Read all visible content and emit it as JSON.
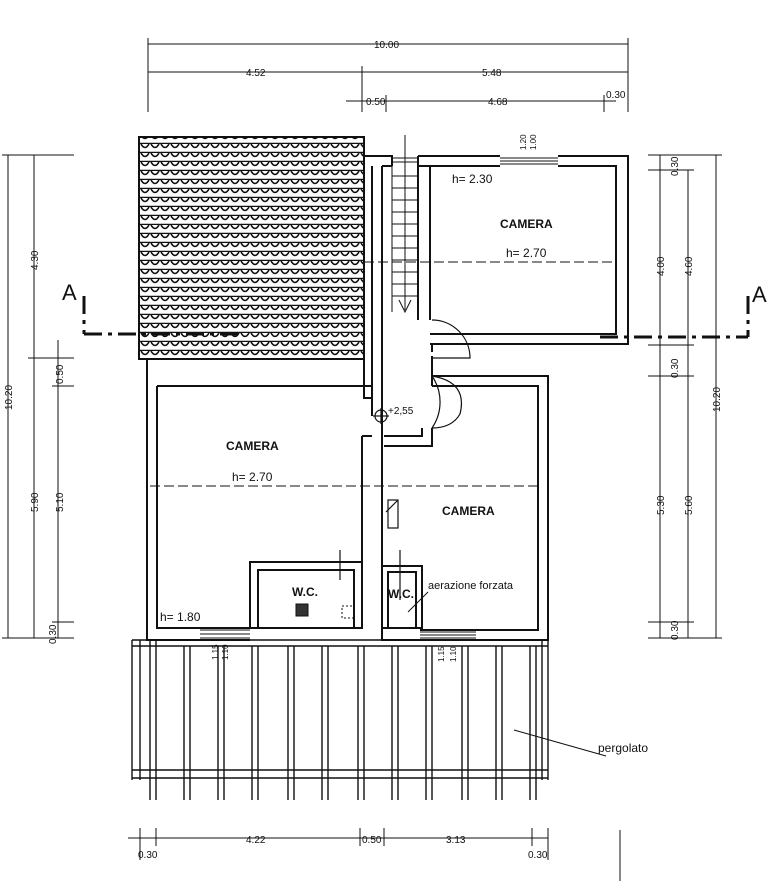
{
  "rooms": {
    "camera_top": {
      "name": "CAMERA",
      "height": "h= 2.70",
      "note": "h= 2.30"
    },
    "camera_left": {
      "name": "CAMERA",
      "height": "h= 2.70",
      "note": "h= 1.80"
    },
    "camera_right": {
      "name": "CAMERA"
    },
    "wc_1": {
      "name": "W.C."
    },
    "wc_2": {
      "name": "W.C."
    }
  },
  "annotations": {
    "level": "+2,55",
    "aeration": "aerazione forzata",
    "pergola": "pergolato",
    "section_left": "A",
    "section_right": "A"
  },
  "dimensions": {
    "top_total": "10.00",
    "top_left": "4.52",
    "top_right": "5.48",
    "top_a": "0.50",
    "top_b": "4.68",
    "top_c": "0.30",
    "window_top_a": "1.20",
    "window_top_b": "1.00",
    "right_a": "0.30",
    "right_b": "4.00",
    "right_c": "4.60",
    "right_d": "0.30",
    "right_e": "10.20",
    "right_f": "5.30",
    "right_g": "5.60",
    "right_h": "0.30",
    "left_a": "4.30",
    "left_b": "0.50",
    "left_c": "10.20",
    "left_d": "5.90",
    "left_e": "5.10",
    "left_f": "0.30",
    "win_bl_a": "1.15",
    "win_bl_b": "1.10",
    "win_br_a": "1.15",
    "win_br_b": "1.10",
    "bot_a": "0.30",
    "bot_b": "4.22",
    "bot_c": "0.50",
    "bot_d": "3.13",
    "bot_e": "0.30"
  }
}
